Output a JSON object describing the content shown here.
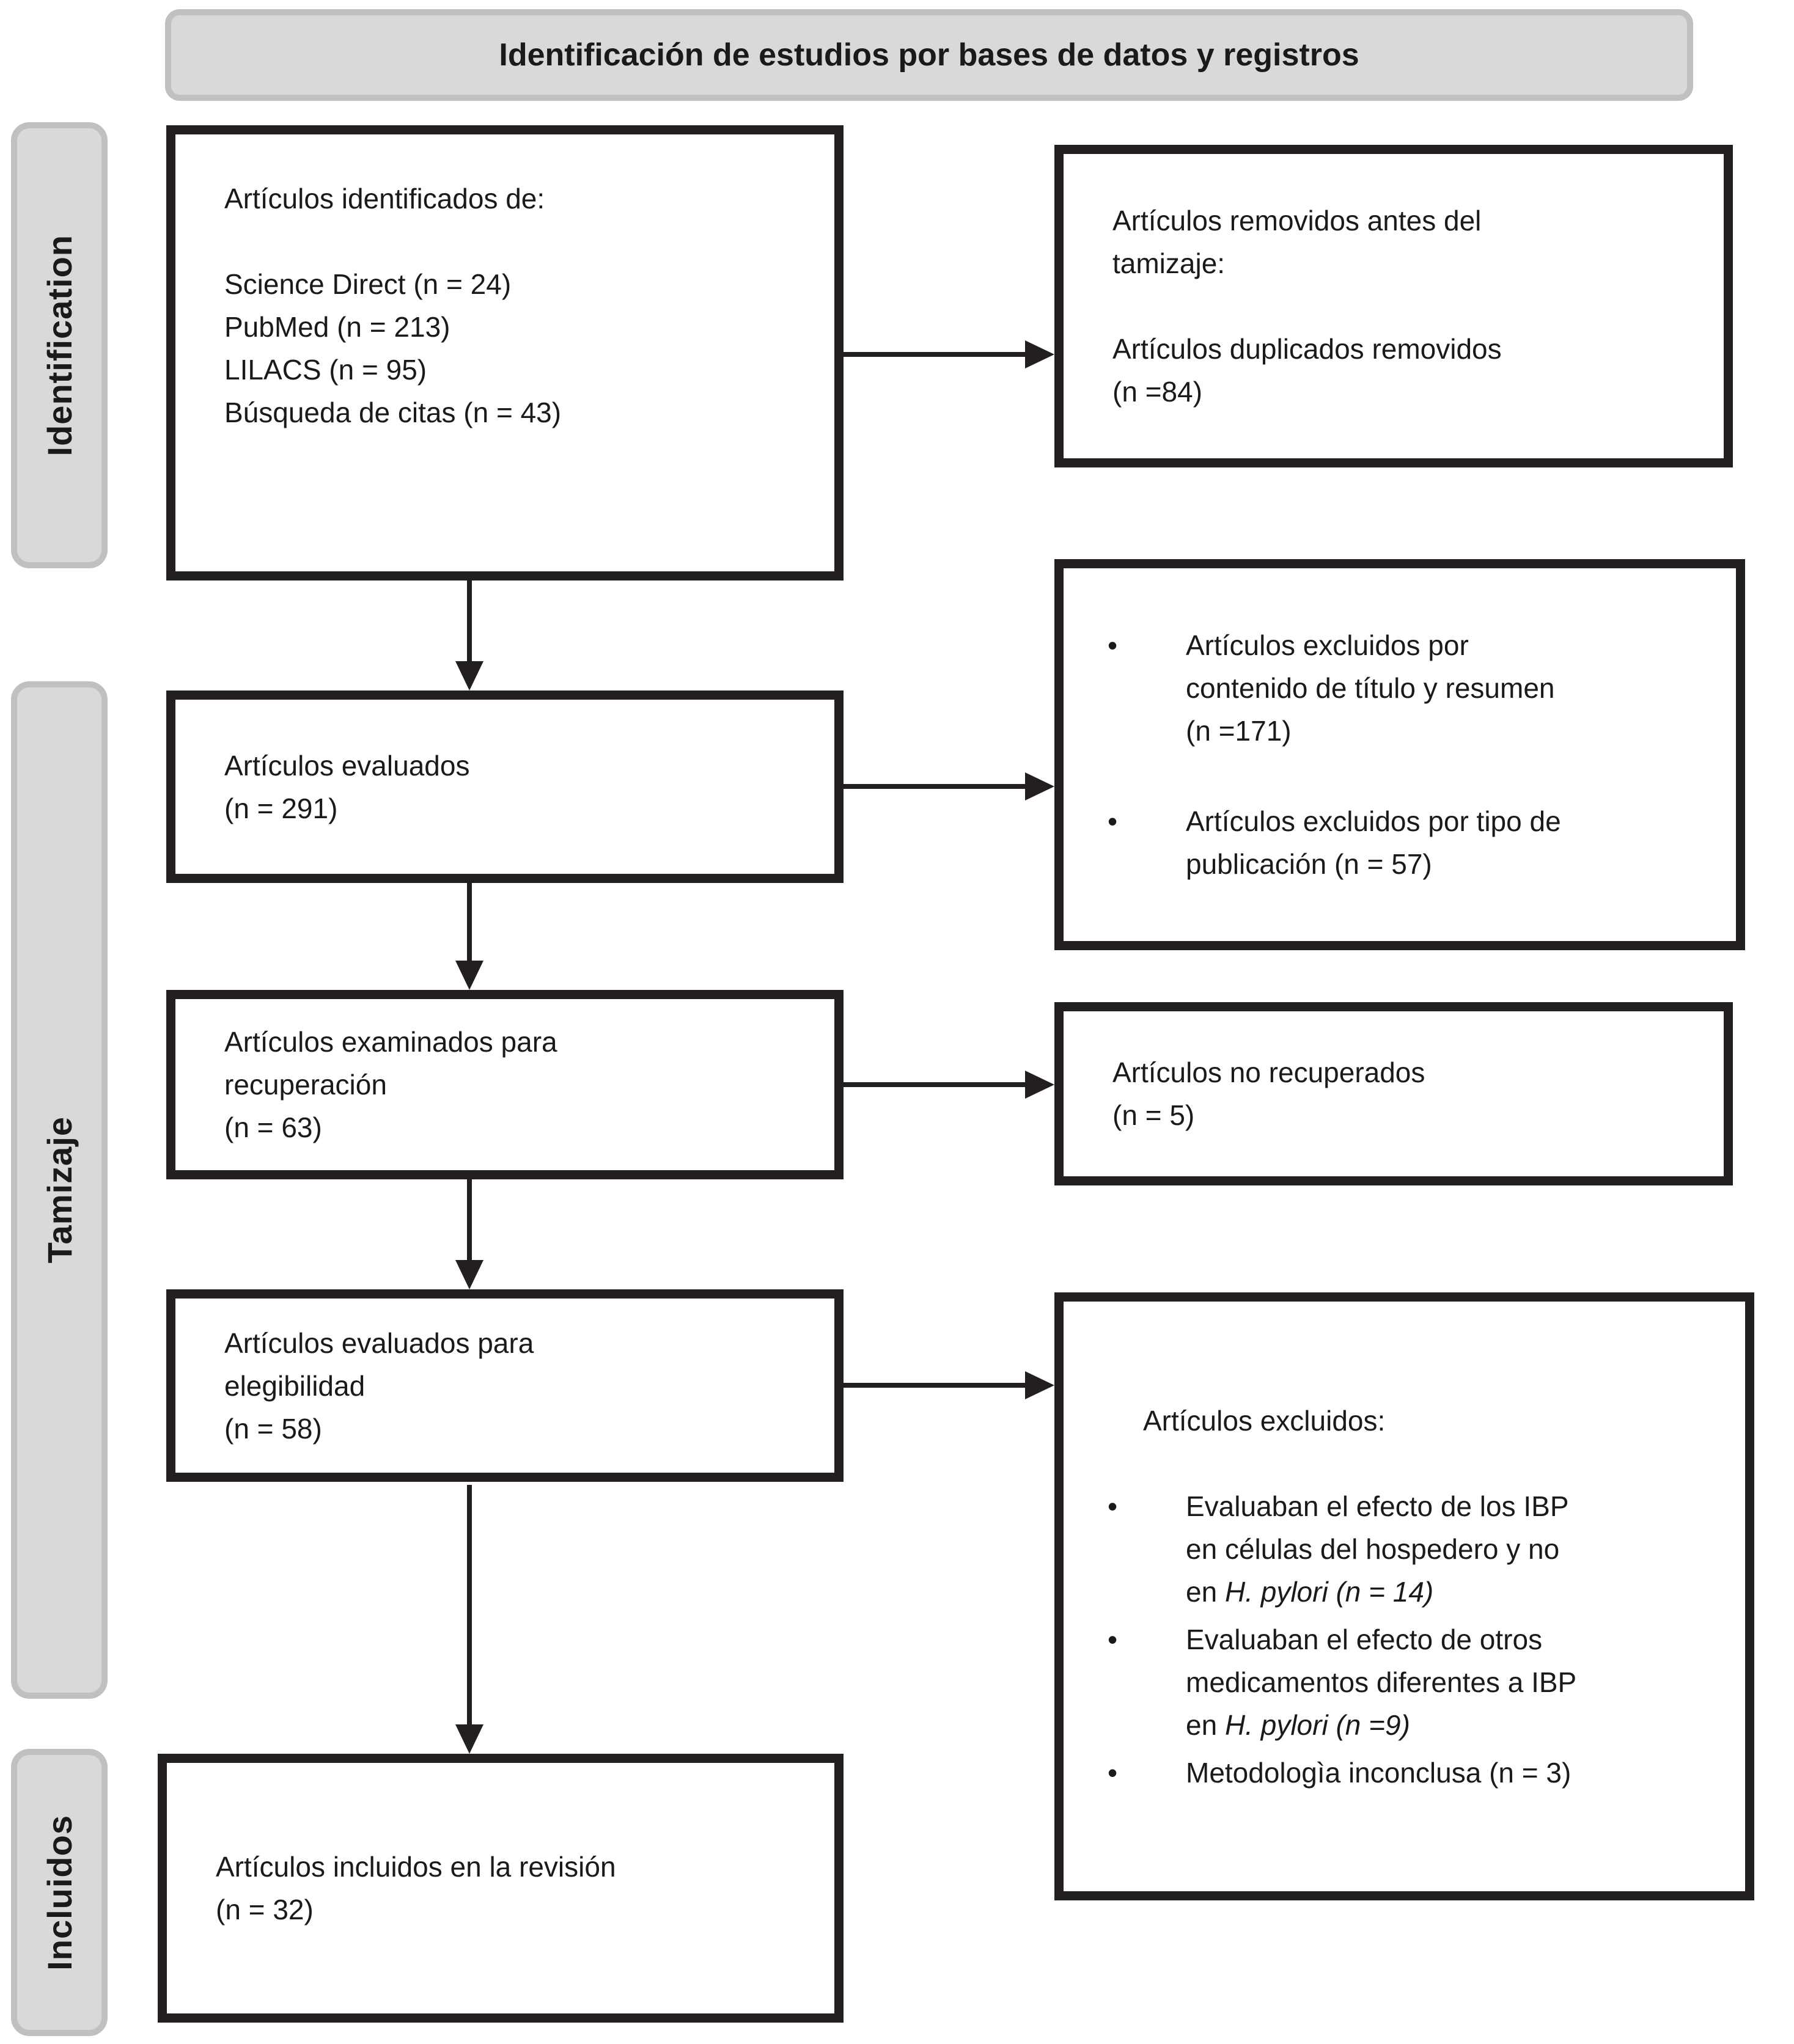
{
  "title": "Identificación de estudios por bases de datos y registros",
  "sidebar": {
    "identification": "Identification",
    "screening": "Tamizaje",
    "included": "Incluidos"
  },
  "boxes": {
    "identified": {
      "lines": [
        "Artículos identificados de:",
        "",
        "Science Direct (n = 24)",
        "PubMed (n = 213)",
        "LILACS (n = 95)",
        "Búsqueda de citas (n = 43)"
      ]
    },
    "removed_before_screening": {
      "lines": [
        "Artículos removidos antes del",
        "tamizaje:",
        "",
        "Artículos duplicados removidos",
        "(n =84)"
      ]
    },
    "evaluated": {
      "lines": [
        "Artículos evaluados",
        "(n = 291)"
      ]
    },
    "excluded_screening": {
      "bullets": [
        [
          "Artículos excluidos por",
          "contenido de título y resumen",
          "(n =171)"
        ],
        [
          "Artículos excluidos por tipo de",
          "publicación (n = 57)"
        ]
      ]
    },
    "examined": {
      "lines": [
        "Artículos examinados para",
        "recuperación",
        "(n = 63)"
      ]
    },
    "not_retrieved": {
      "lines": [
        "Artículos no recuperados",
        "(n = 5)"
      ]
    },
    "eligibility": {
      "lines": [
        "Artículos evaluados para",
        "elegibilidad",
        "(n = 58)"
      ]
    },
    "excluded_eligibility": {
      "heading_lines": [
        "Artículos excluidos:",
        ""
      ],
      "bullets": [
        [
          "Evaluaban el efecto de los IBP",
          "en células del hospedero y no",
          [
            {
              "t": "en ",
              "i": false
            },
            {
              "t": "H. pylori (n = 14)",
              "i": true
            }
          ]
        ],
        [
          "Evaluaban el efecto de otros",
          "medicamentos diferentes a IBP",
          [
            {
              "t": "en ",
              "i": false
            },
            {
              "t": "H. pylori (n =9)",
              "i": true
            }
          ]
        ],
        [
          "Metodologìa inconclusa (n = 3)"
        ]
      ]
    },
    "included_review": {
      "lines": [
        "Artículos incluidos en la revisión",
        "(n = 32)"
      ]
    }
  },
  "colors": {
    "background": "#ffffff",
    "box_border": "#231f20",
    "text": "#1a1a1a",
    "panel_fill": "#d9d9d9",
    "panel_border": "#c0c0c0",
    "arrow": "#231f20"
  }
}
